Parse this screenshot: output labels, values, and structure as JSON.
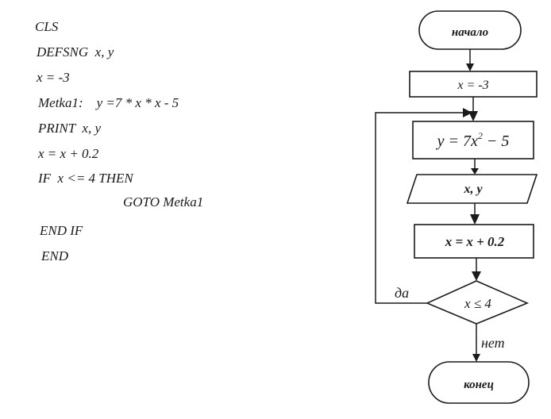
{
  "code": {
    "lines": [
      "CLS",
      "DEFSNG  x, y",
      "x = -3",
      "Metka1:    y =7 * x * x - 5",
      "PRINT  x, y",
      "x = x + 0.2",
      "IF  x <= 4 THEN",
      "GOTO Metka1",
      "END IF",
      "END"
    ]
  },
  "flowchart": {
    "start": "начало",
    "init": "x = -3",
    "calc_prefix": "y = 7x",
    "calc_exp": "2",
    "calc_suffix": " − 5",
    "output": "x, y",
    "increment": "x = x + 0.2",
    "condition": "x ≤ 4",
    "yes_label": "да",
    "no_label": "нет",
    "end": "конец"
  }
}
